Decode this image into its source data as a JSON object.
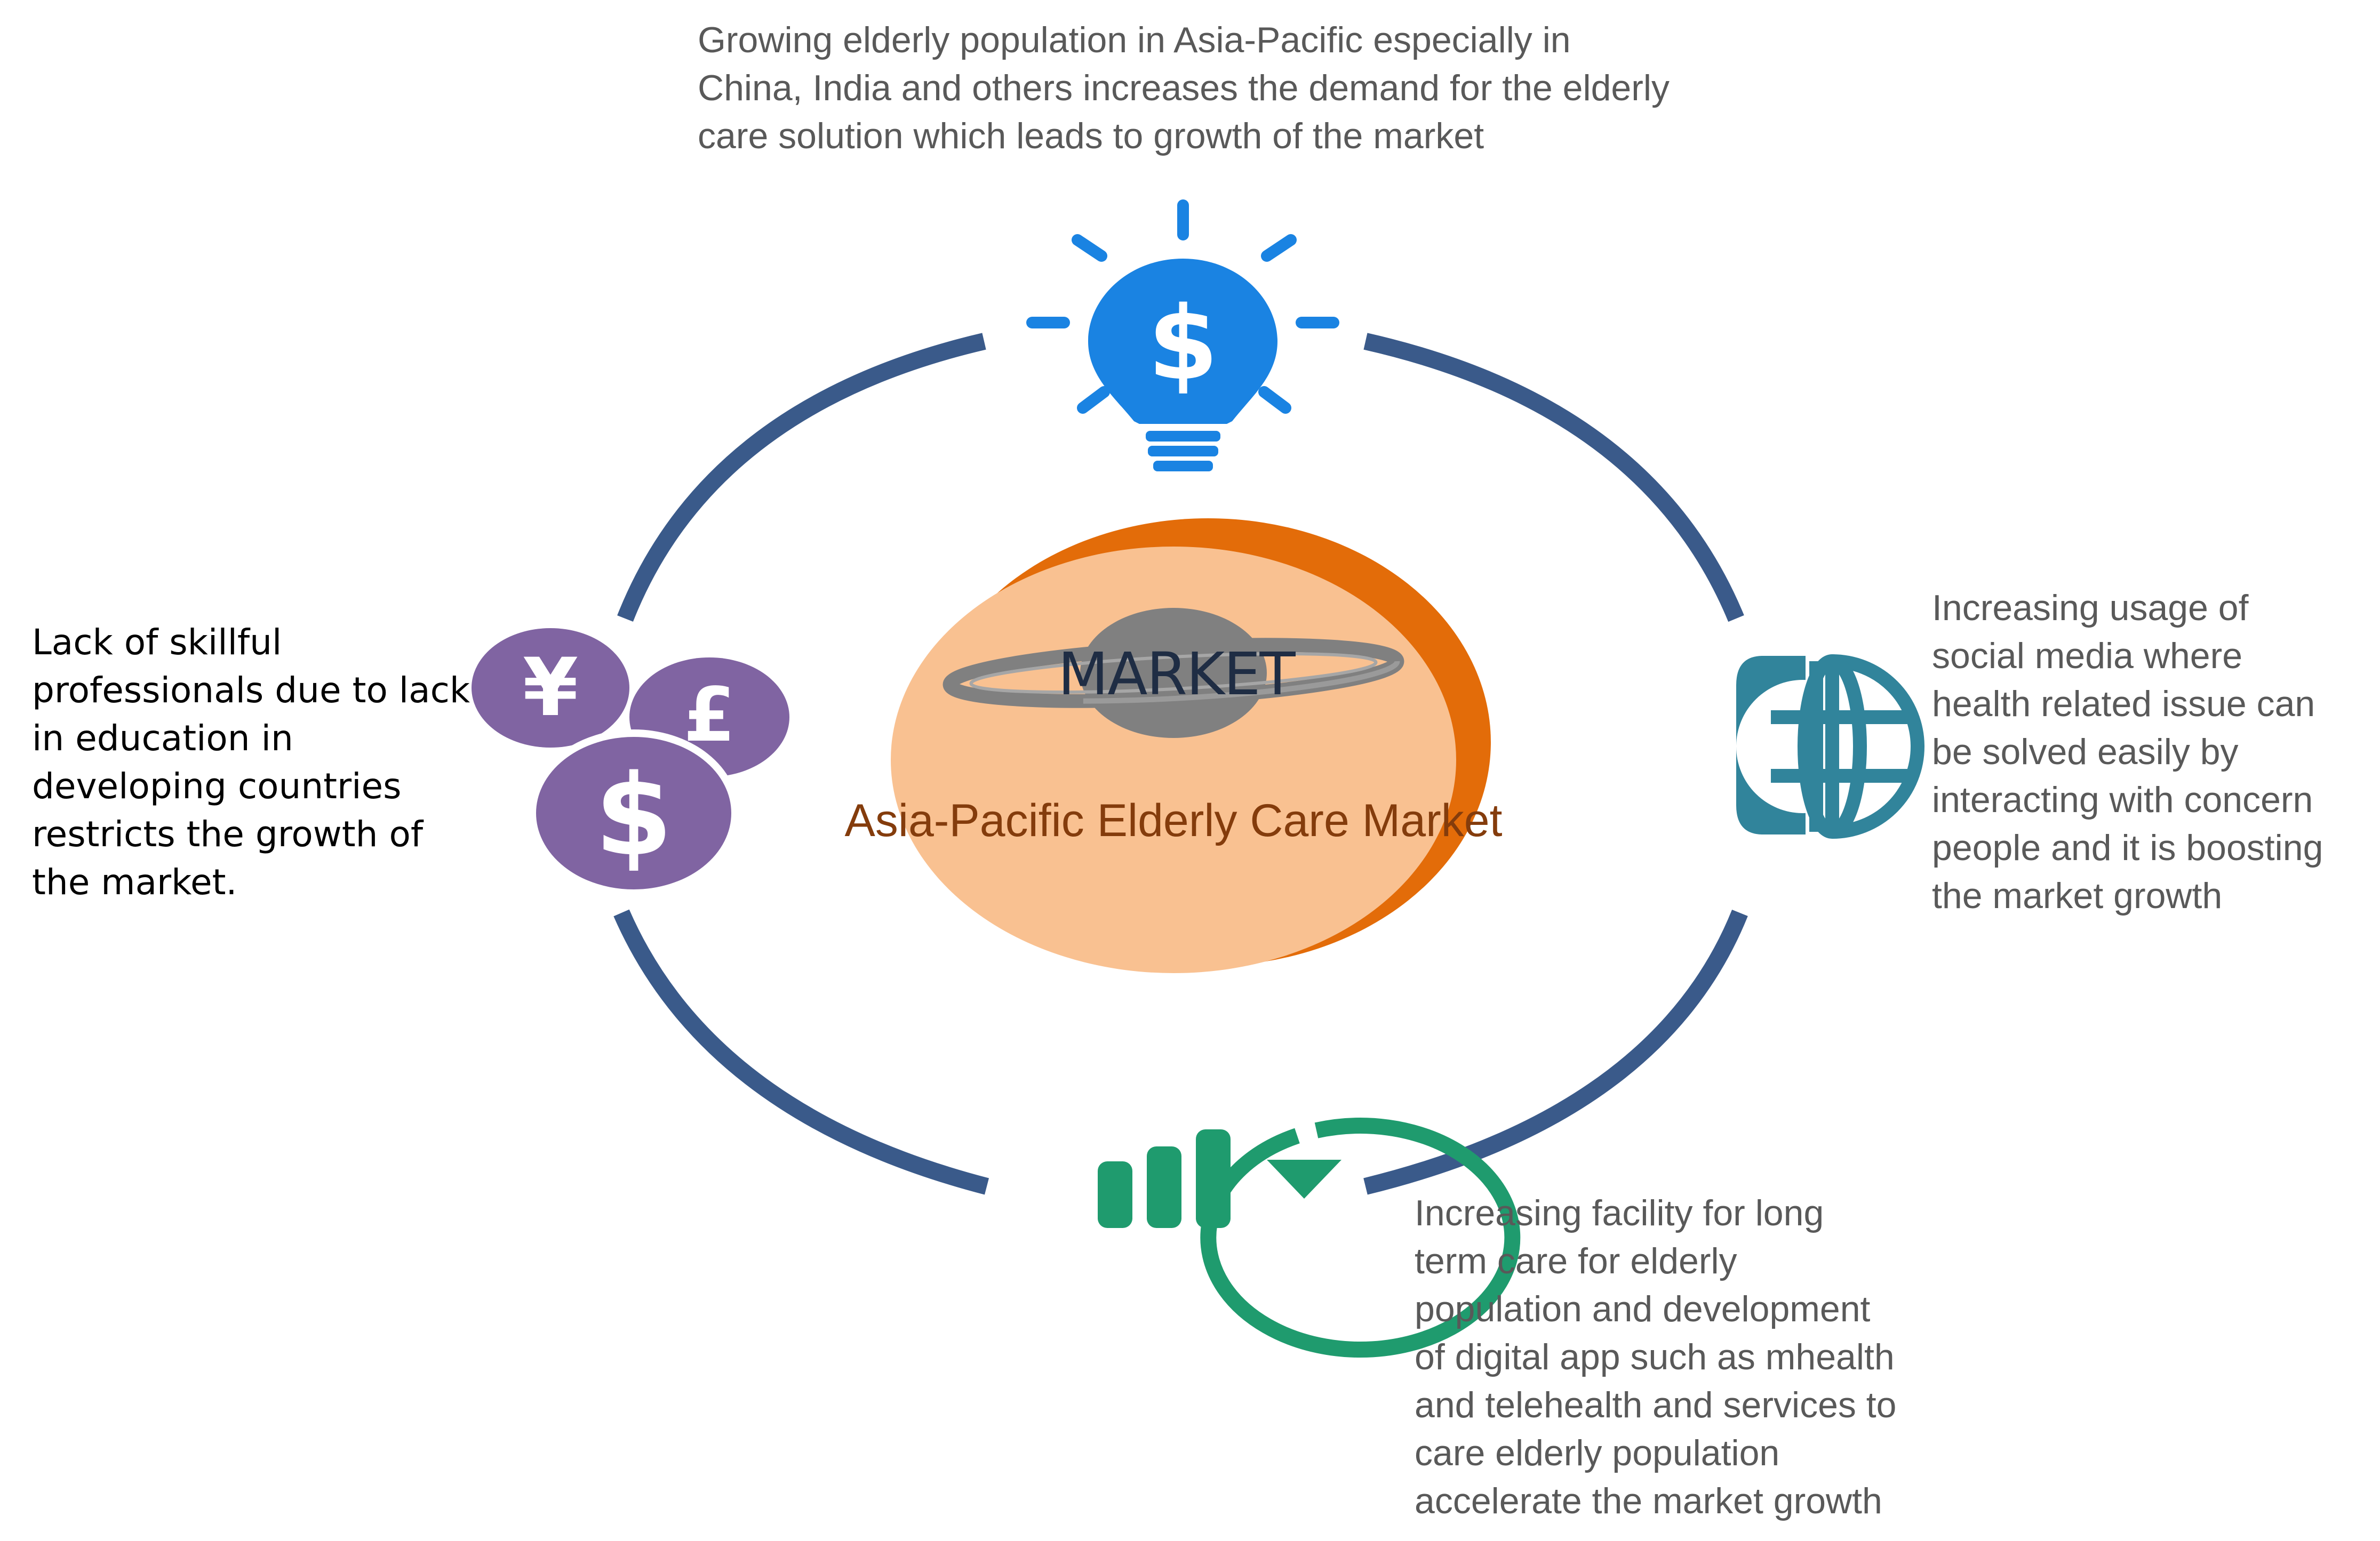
{
  "center": {
    "title": "MARKET",
    "subtitle": "Asia-Pacific Elderly Care Market"
  },
  "top_note": {
    "lines": [
      "Growing  elderly population in Asia-Pacific  especially in",
      "China, India and others increases the demand for the elderly",
      "care solution which leads to growth of the market"
    ]
  },
  "right_note": {
    "lines": [
      "Increasing usage of",
      "social  media where",
      "health related issue can",
      "be solved easily by",
      "interacting with concern",
      "people and it is boosting",
      "the market growth"
    ]
  },
  "bottom_note": {
    "lines": [
      "Increasing facility for long",
      "term care for elderly",
      "population and development",
      "of digital app such as mhealth",
      "and telehealth and services to",
      "care elderly population",
      "accelerate the market growth"
    ]
  },
  "left_note": {
    "lines": [
      "Lack of skillful",
      "professionals  due to lack",
      "in education in",
      "developing countries",
      "restricts the growth of",
      "the market."
    ]
  },
  "icons": {
    "top": "dollar-lightbulb-icon",
    "right": "globe-icon",
    "bottom": "bar-chart-refresh-icon",
    "left": "currency-coins-icon"
  },
  "currency_symbols": [
    "¥",
    "£",
    "$"
  ],
  "colors": {
    "ring": "#3a5a8a",
    "bulb": "#1a83e2",
    "globe": "#31849b",
    "chart": "#1f9b6e",
    "coins": "#8064a2",
    "center_fill": "#f9c191",
    "center_shadow": "#e36c09",
    "planet": "#808080"
  }
}
